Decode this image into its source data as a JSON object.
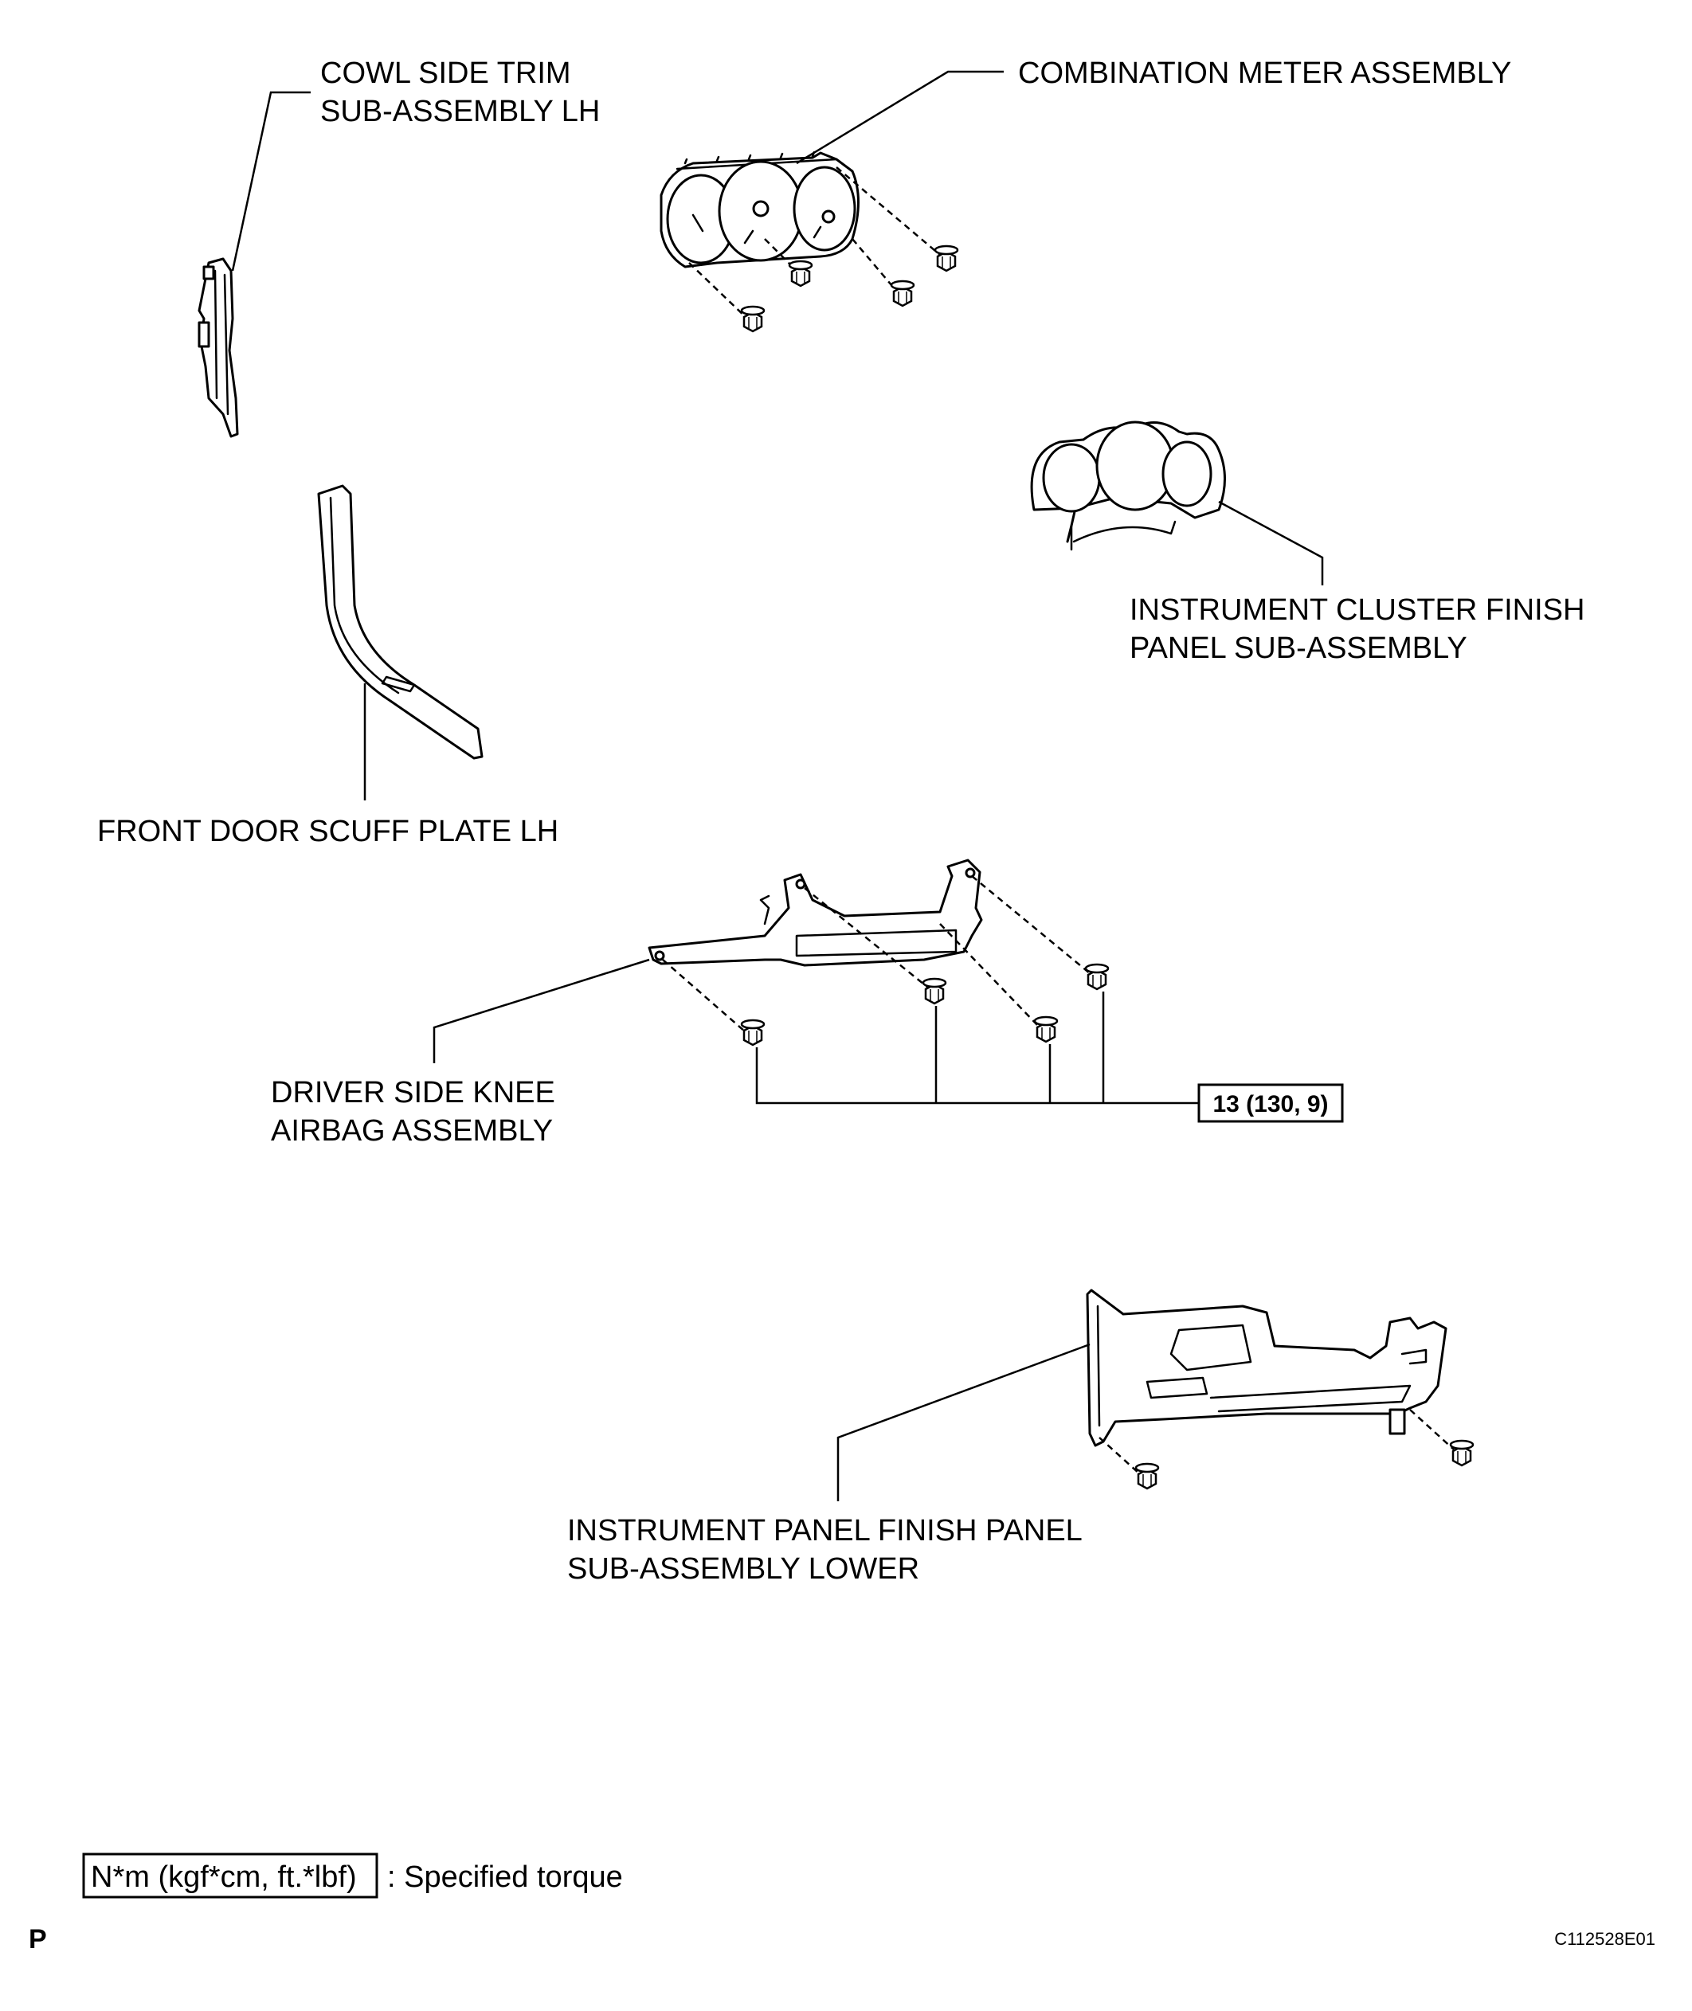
{
  "labels": {
    "cowl_side_trim": [
      "COWL SIDE TRIM",
      "SUB-ASSEMBLY LH"
    ],
    "combination_meter": [
      "COMBINATION METER ASSEMBLY"
    ],
    "instrument_cluster_finish": [
      "INSTRUMENT CLUSTER FINISH",
      "PANEL SUB-ASSEMBLY"
    ],
    "front_door_scuff": [
      "FRONT DOOR SCUFF PLATE LH"
    ],
    "driver_knee_airbag": [
      "DRIVER SIDE KNEE",
      "AIRBAG ASSEMBLY"
    ],
    "instrument_panel_lower": [
      "INSTRUMENT PANEL FINISH PANEL",
      "SUB-ASSEMBLY LOWER"
    ]
  },
  "torque_spec": "13 (130, 9)",
  "legend": {
    "box_text": "N*m (kgf*cm, ft.*lbf)",
    "description": ": Specified torque"
  },
  "corner_mark": "P",
  "figure_id": "C112528E01"
}
